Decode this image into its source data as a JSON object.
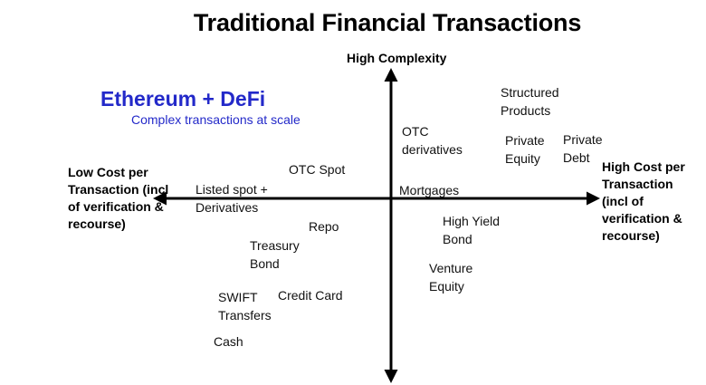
{
  "title": "Traditional Financial Transactions",
  "axes": {
    "top": "High Complexity",
    "left": "Low Cost per\nTransaction (incl\nof verification &\nrecourse)",
    "right": "High Cost per\nTransaction\n(incl of\nverification &\nrecourse)"
  },
  "highlight": {
    "title": "Ethereum + DeFi",
    "subtitle": "Complex transactions at scale",
    "color": "#2329c9"
  },
  "items": [
    "Structured\nProducts",
    "OTC\nderivatives",
    "Private\nEquity",
    "Private\nDebt",
    "OTC Spot",
    "Listed spot +\nDerivatives",
    "Mortgages",
    "High Yield\nBond",
    "Repo",
    "Treasury\nBond",
    "Venture\nEquity",
    "SWIFT\nTransfers",
    "Credit Card",
    "Cash"
  ]
}
